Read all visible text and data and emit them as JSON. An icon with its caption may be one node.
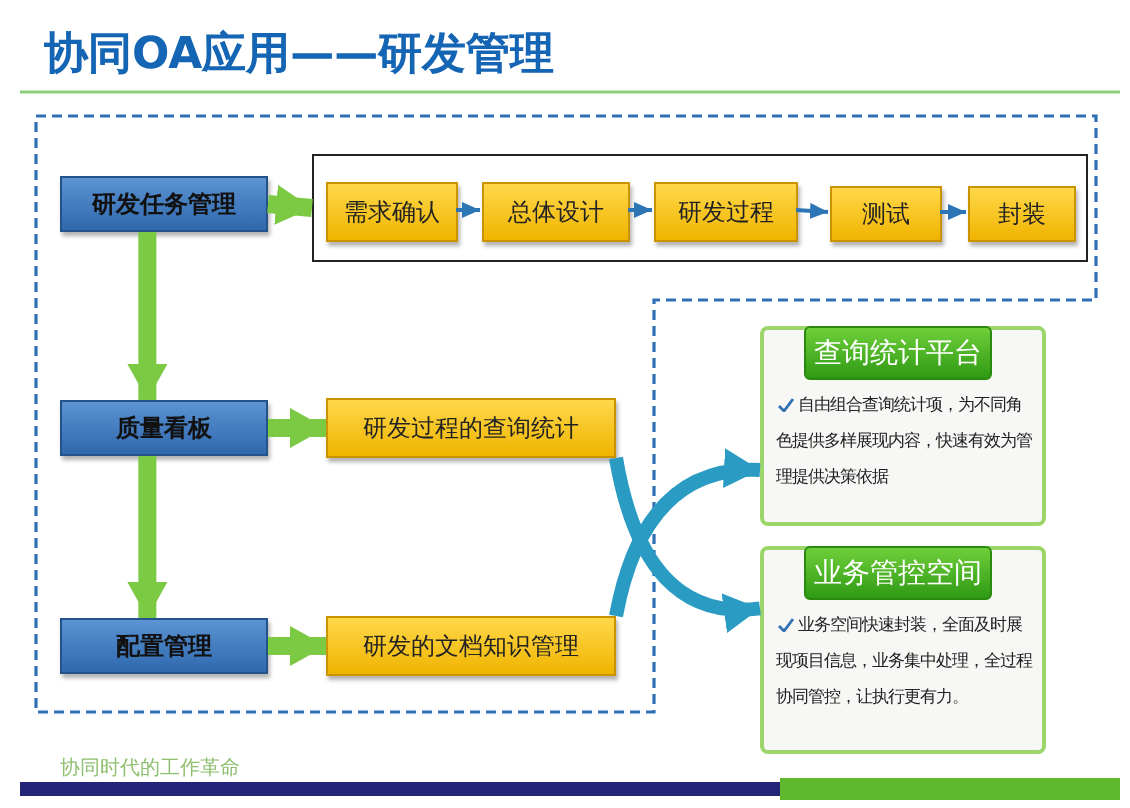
{
  "diagram": {
    "title": "协同OA应用——研发管理",
    "nodes": [
      {
        "text": [
          "研发任务管理"
        ]
      },
      {
        "text": [],
        "shape": "box"
      },
      {
        "text": [
          "需求确认"
        ],
        "in": 1
      },
      {
        "text": [
          "总体设计"
        ],
        "in": 1
      },
      {
        "text": [
          "研发过程"
        ],
        "in": 1
      },
      {
        "text": [
          "测试"
        ],
        "in": 1
      },
      {
        "text": [
          "封装"
        ],
        "in": 1
      },
      {
        "text": [
          "质量看板"
        ]
      },
      {
        "text": [
          "研发过程的查询统计"
        ]
      },
      {
        "text": [
          "配置管理"
        ]
      },
      {
        "text": [
          "研发的文档知识管理"
        ]
      },
      {
        "text": [
          "查询统计平台",
          "自由组合查询统计项，为不同角色提供多样展现内容，快速有效为管理提供决策依据"
        ]
      },
      {
        "text": [
          "业务管控空间",
          "业务空间快速封装，全面及时展现项目信息，业务集中处理，全过程协同管控，让执行更有力。"
        ]
      }
    ],
    "edges": [
      {
        "from": 0,
        "to": 1,
        "arrow": "to"
      },
      {
        "from": 2,
        "to": 3,
        "arrow": "to",
        "color": "#2e75b6"
      },
      {
        "from": 3,
        "to": 4,
        "arrow": "to",
        "color": "#2e75b6"
      },
      {
        "from": 4,
        "to": 5,
        "arrow": "to",
        "color": "#2e75b6"
      },
      {
        "from": 5,
        "to": 6,
        "arrow": "to",
        "color": "#2e75b6"
      },
      {
        "from": 0,
        "to": 7,
        "arrow": "to"
      },
      {
        "from": 7,
        "to": 8,
        "arrow": "to"
      },
      {
        "from": 7,
        "to": 9,
        "arrow": "to"
      },
      {
        "from": 9,
        "to": 10,
        "arrow": "to"
      },
      {
        "from": 8,
        "to": 12,
        "arrow": "to",
        "color": "#2a9cc4"
      },
      {
        "from": 10,
        "to": 11,
        "arrow": "to",
        "color": "#2a9cc4"
      }
    ],
    "labels": [
      "协同时代的工作革命"
    ]
  }
}
